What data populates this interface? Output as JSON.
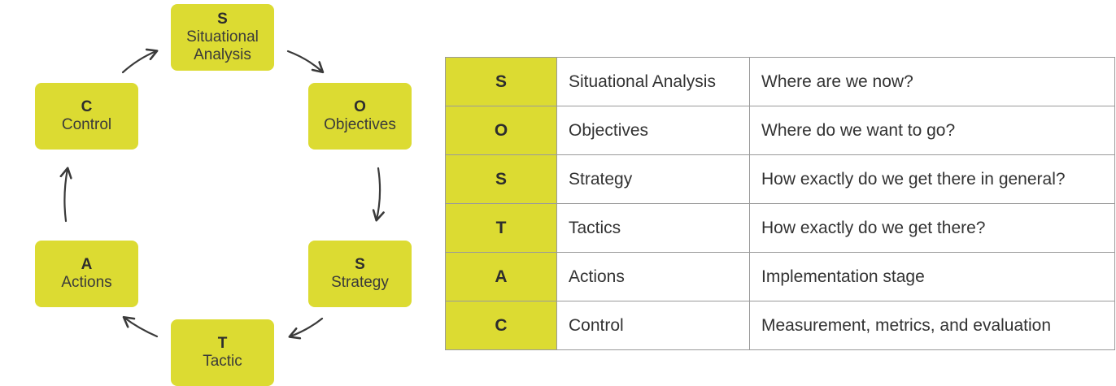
{
  "cycle": {
    "nodes": [
      {
        "key": "s1",
        "letter": "S",
        "label_line1": "Situational",
        "label_line2": "Analysis"
      },
      {
        "key": "o",
        "letter": "O",
        "label": "Objectives"
      },
      {
        "key": "s2",
        "letter": "S",
        "label": "Strategy"
      },
      {
        "key": "t",
        "letter": "T",
        "label": "Tactic"
      },
      {
        "key": "a",
        "letter": "A",
        "label": "Actions"
      },
      {
        "key": "c",
        "letter": "C",
        "label": "Control"
      }
    ]
  },
  "table": {
    "rows": [
      {
        "letter": "S",
        "name": "Situational Analysis",
        "description": "Where are we now?"
      },
      {
        "letter": "O",
        "name": "Objectives",
        "description": "Where do we want to go?"
      },
      {
        "letter": "S",
        "name": "Strategy",
        "description": "How exactly do we get there in general?"
      },
      {
        "letter": "T",
        "name": "Tactics",
        "description": "How exactly do we get there?"
      },
      {
        "letter": "A",
        "name": "Actions",
        "description": "Implementation stage"
      },
      {
        "letter": "C",
        "name": "Control",
        "description": "Measurement, metrics, and evaluation"
      }
    ]
  },
  "colors": {
    "accent": "#dcdb32",
    "text": "#333333",
    "border": "#9a9a9a"
  }
}
